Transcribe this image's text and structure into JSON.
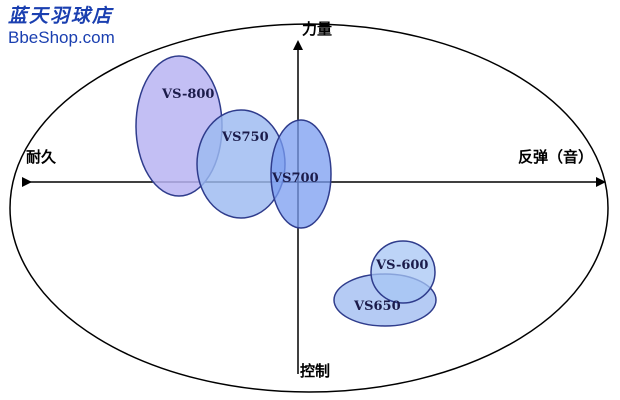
{
  "brand": {
    "name_cn": "蓝天羽球店",
    "name_en": "BbeShop.com"
  },
  "axes": {
    "top": "力量",
    "bottom": "控制",
    "left": "耐久",
    "right": "反弹（音）"
  },
  "colors": {
    "outline": "#000000",
    "vs800_fill": "#b9b4f2",
    "vs750_fill": "#9cbaf0",
    "vs700_fill": "#8fb2f2",
    "vs600_fill": "#a7c6f4",
    "vs650_fill": "#a8c2f2",
    "stroke": "#2f3c8c",
    "brand": "#1a3fb0"
  },
  "models": [
    {
      "label": "VS-800"
    },
    {
      "label": "VS750"
    },
    {
      "label": "VS700"
    },
    {
      "label": "VS-600"
    },
    {
      "label": "VS650"
    }
  ]
}
